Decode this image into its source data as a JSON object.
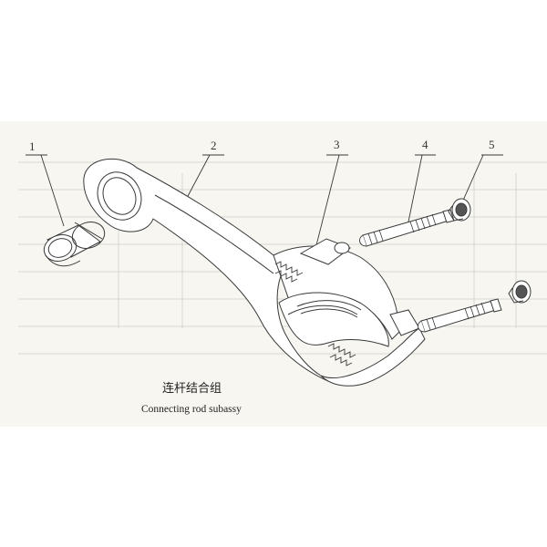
{
  "diagram": {
    "callouts": [
      {
        "id": "1",
        "label": "1"
      },
      {
        "id": "2",
        "label": "2"
      },
      {
        "id": "3",
        "label": "3"
      },
      {
        "id": "4",
        "label": "4"
      },
      {
        "id": "5",
        "label": "5"
      }
    ],
    "caption_cn": "连杆结合组",
    "caption_en": "Connecting rod subassy",
    "colors": {
      "paper": "#f7f6f1",
      "line": "#3a3a3a",
      "faint": "#c9c9c4"
    }
  }
}
